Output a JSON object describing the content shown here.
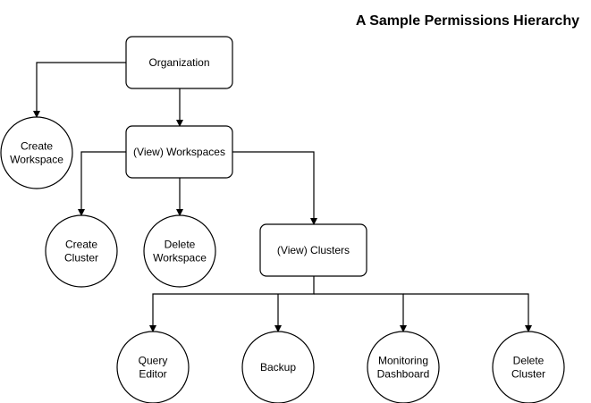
{
  "title": "A Sample Permissions Hierarchy",
  "colors": {
    "stroke": "#000000",
    "fill": "#ffffff",
    "text": "#000000"
  },
  "nodes": {
    "organization": {
      "shape": "rounded-rect",
      "lines": [
        "Organization"
      ]
    },
    "create_workspace": {
      "shape": "circle",
      "lines": [
        "Create",
        "Workspace"
      ]
    },
    "view_workspaces": {
      "shape": "rounded-rect",
      "lines": [
        "(View) Workspaces"
      ]
    },
    "create_cluster": {
      "shape": "circle",
      "lines": [
        "Create",
        "Cluster"
      ]
    },
    "delete_workspace": {
      "shape": "circle",
      "lines": [
        "Delete",
        "Workspace"
      ]
    },
    "view_clusters": {
      "shape": "rounded-rect",
      "lines": [
        "(View) Clusters"
      ]
    },
    "query_editor": {
      "shape": "circle",
      "lines": [
        "Query",
        "Editor"
      ]
    },
    "backup": {
      "shape": "circle",
      "lines": [
        "Backup"
      ]
    },
    "monitoring_dashboard": {
      "shape": "circle",
      "lines": [
        "Monitoring",
        "Dashboard"
      ]
    },
    "delete_cluster": {
      "shape": "circle",
      "lines": [
        "Delete",
        "Cluster"
      ]
    }
  },
  "edges": [
    {
      "from": "organization",
      "to": "create_workspace"
    },
    {
      "from": "organization",
      "to": "view_workspaces"
    },
    {
      "from": "view_workspaces",
      "to": "create_cluster"
    },
    {
      "from": "view_workspaces",
      "to": "delete_workspace"
    },
    {
      "from": "view_workspaces",
      "to": "view_clusters"
    },
    {
      "from": "view_clusters",
      "to": "query_editor"
    },
    {
      "from": "view_clusters",
      "to": "backup"
    },
    {
      "from": "view_clusters",
      "to": "monitoring_dashboard"
    },
    {
      "from": "view_clusters",
      "to": "delete_cluster"
    }
  ]
}
